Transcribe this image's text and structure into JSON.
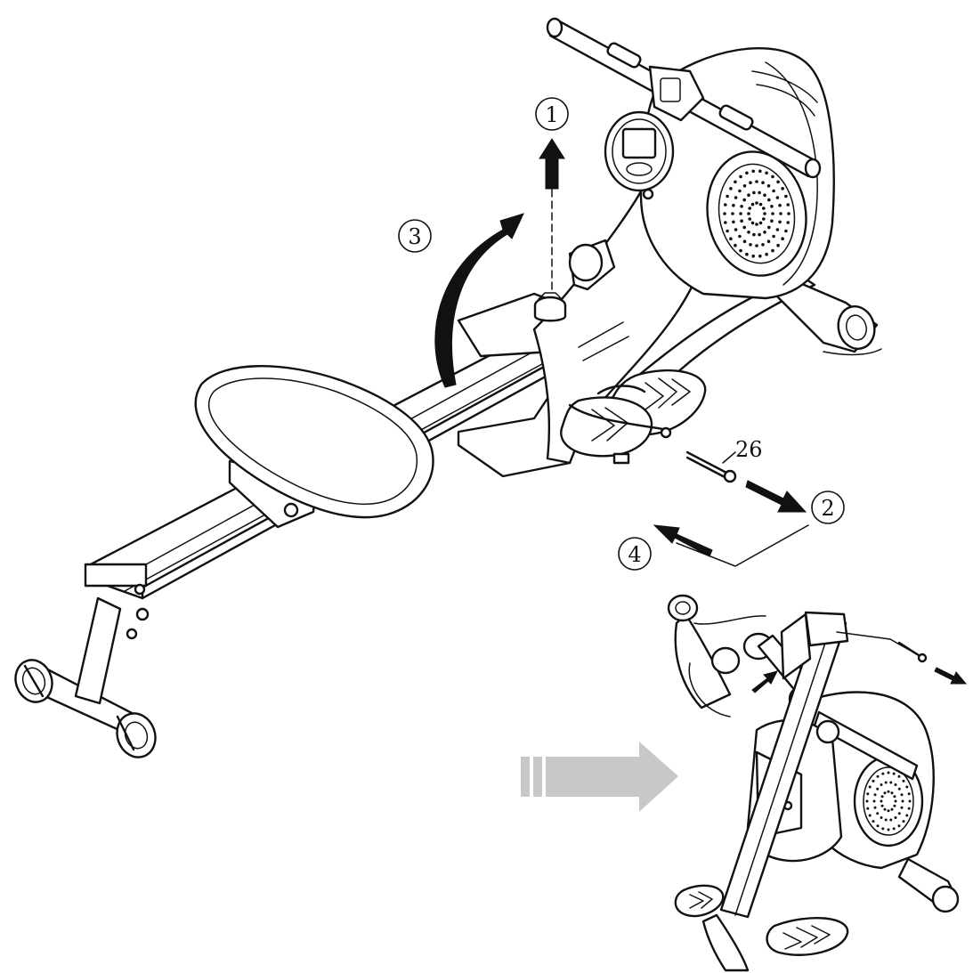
{
  "steps": [
    {
      "label": "1"
    },
    {
      "label": "2"
    },
    {
      "label": "3"
    },
    {
      "label": "4"
    }
  ],
  "part_label": "26",
  "colors": {
    "line": "#111111",
    "transition_arrow": "#c8c8c8",
    "background": "#ffffff"
  }
}
